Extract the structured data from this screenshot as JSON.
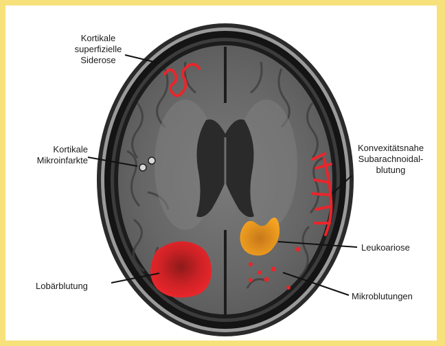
{
  "labels": {
    "cortical_siderosis": "Kortikale\nsuperfizielle\nSiderose",
    "cortical_microinfarcts": "Kortikale\nMikroinfarkte",
    "convexity_sah": "Konvexitätsnahe\nSubarachnoidal-\nblutung",
    "leukoaraiosis": "Leukoariose",
    "lobar_hemorrhage": "Lobärblutung",
    "microbleeds": "Mikroblutungen"
  },
  "colors": {
    "frame_border": "#f6e17a",
    "lesion_red": "#e8262b",
    "hemorrhage_dark": "#8e1a1a",
    "leukoaraiosis_orange": "#f29a1f",
    "brain_gray": "#6a6a6a",
    "skull_black": "#151515"
  }
}
